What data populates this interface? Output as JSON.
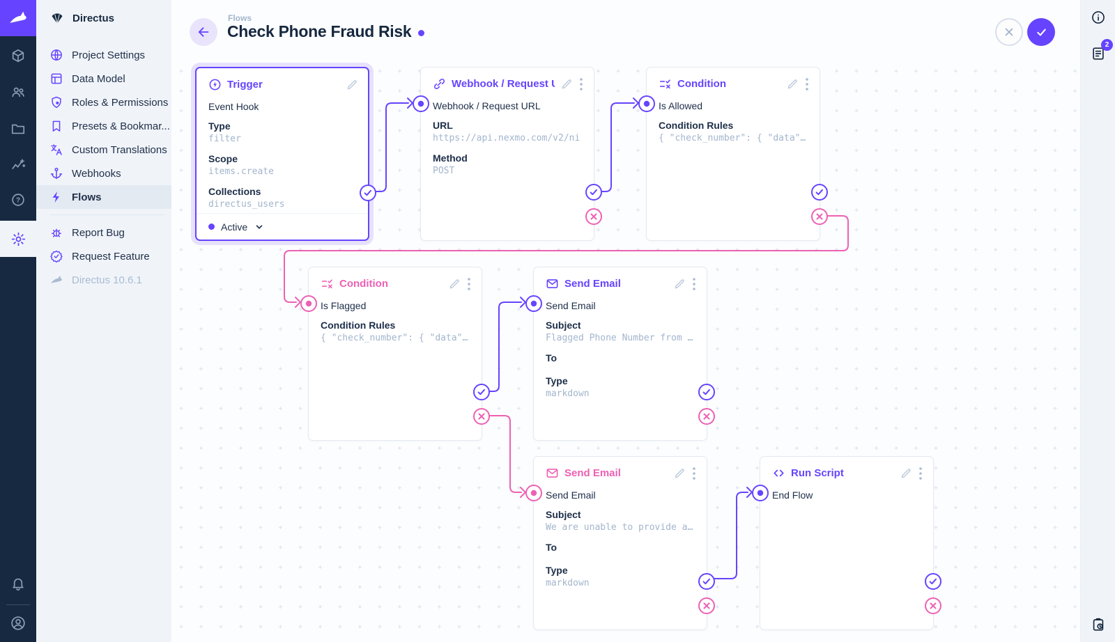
{
  "colors": {
    "accent": "#6644ff",
    "pink": "#ec61b4",
    "module_bar": "#172940",
    "sidebar": "#f0f4f9"
  },
  "module_bar": {
    "logo_icon": "directus-rabbit-icon",
    "modules": [
      {
        "icon": "content-cube-icon"
      },
      {
        "icon": "users-icon"
      },
      {
        "icon": "files-folder-icon"
      },
      {
        "icon": "insights-chart-icon"
      },
      {
        "icon": "help-question-icon"
      },
      {
        "icon": "settings-gear-icon",
        "active": true
      },
      {
        "icon": "notifications-bell-icon"
      },
      {
        "icon": "account-circle-icon"
      }
    ]
  },
  "nav": {
    "project_name": "Directus",
    "items": [
      {
        "label": "Project Settings",
        "icon": "globe-icon"
      },
      {
        "label": "Data Model",
        "icon": "table-icon"
      },
      {
        "label": "Roles & Permissions",
        "icon": "shield-user-icon"
      },
      {
        "label": "Presets & Bookmar...",
        "icon": "bookmark-icon"
      },
      {
        "label": "Custom Translations",
        "icon": "translate-icon"
      },
      {
        "label": "Webhooks",
        "icon": "anchor-icon"
      },
      {
        "label": "Flows",
        "icon": "bolt-icon",
        "active": true
      }
    ],
    "footer_items": [
      {
        "label": "Report Bug",
        "icon": "bug-icon"
      },
      {
        "label": "Request Feature",
        "icon": "verified-badge-icon"
      }
    ],
    "version": "Directus 10.6.1"
  },
  "header": {
    "breadcrumb": "Flows",
    "title": "Check Phone Fraud Risk"
  },
  "canvas": {
    "panels": [
      {
        "title": "Trigger",
        "icon": "bolt-circle-icon",
        "color": "purple",
        "name": "Event Hook",
        "fields": [
          {
            "label": "Type",
            "value": "filter"
          },
          {
            "label": "Scope",
            "value": "items.create"
          },
          {
            "label": "Collections",
            "value": "directus_users"
          }
        ],
        "status": "Active"
      },
      {
        "title": "Webhook / Request URL",
        "icon": "link-icon",
        "color": "purple",
        "name": "Webhook / Request URL",
        "fields": [
          {
            "label": "URL",
            "value": "https://api.nexmo.com/v2/ni"
          },
          {
            "label": "Method",
            "value": "POST"
          }
        ]
      },
      {
        "title": "Condition",
        "icon": "rule-icon",
        "color": "purple",
        "name": "Is Allowed",
        "fields": [
          {
            "label": "Condition Rules",
            "value": "{ \"check_number\": { \"data\"…"
          }
        ]
      },
      {
        "title": "Condition",
        "icon": "rule-icon",
        "color": "pink",
        "name": "Is Flagged",
        "fields": [
          {
            "label": "Condition Rules",
            "value": "{ \"check_number\": { \"data\"…"
          }
        ]
      },
      {
        "title": "Send Email",
        "icon": "mail-icon",
        "color": "purple",
        "name": "Send Email",
        "fields": [
          {
            "label": "Subject",
            "value": "Flagged Phone Number from …"
          },
          {
            "label": "To",
            "value": ""
          },
          {
            "label": "Type",
            "value": "markdown"
          }
        ]
      },
      {
        "title": "Send Email",
        "icon": "mail-icon",
        "color": "pink",
        "name": "Send Email",
        "fields": [
          {
            "label": "Subject",
            "value": "We are unable to provide a…"
          },
          {
            "label": "To",
            "value": ""
          },
          {
            "label": "Type",
            "value": "markdown"
          }
        ]
      },
      {
        "title": "Run Script",
        "icon": "code-icon",
        "color": "purple",
        "name": "End Flow",
        "fields": []
      }
    ]
  },
  "rightbar": {
    "badge": "2"
  }
}
